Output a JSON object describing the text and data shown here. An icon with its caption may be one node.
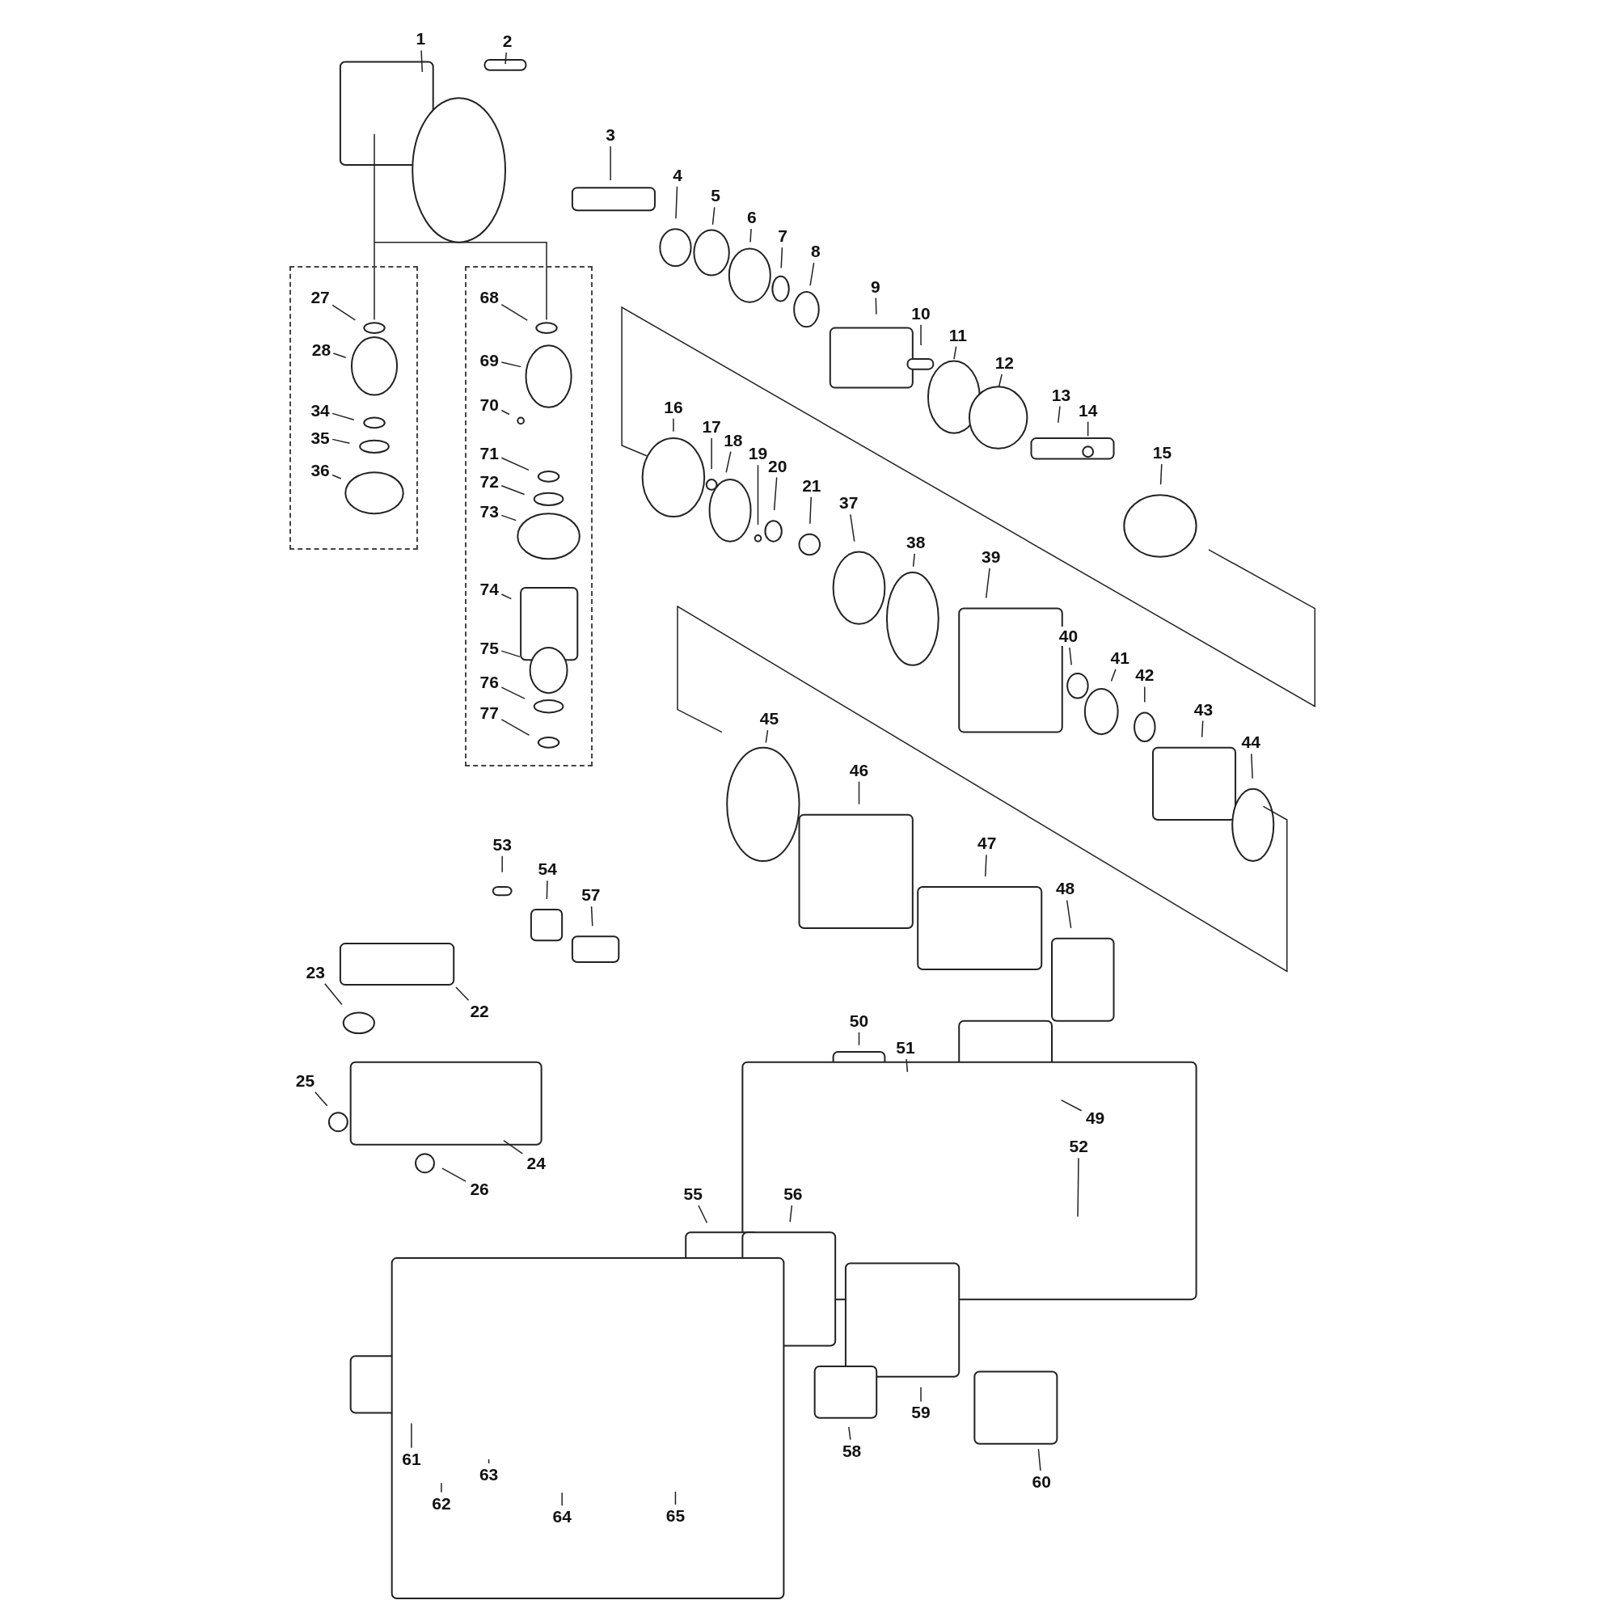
{
  "diagram": {
    "nodes": [
      {
        "text": [
          "1"
        ]
      },
      {
        "text": [
          "2"
        ]
      },
      {
        "text": [
          "3"
        ]
      },
      {
        "text": [
          "4"
        ]
      },
      {
        "text": [
          "5"
        ]
      },
      {
        "text": [
          "6"
        ]
      },
      {
        "text": [
          "7"
        ]
      },
      {
        "text": [
          "8"
        ]
      },
      {
        "text": [
          "9"
        ]
      },
      {
        "text": [
          "10"
        ]
      },
      {
        "text": [
          "11"
        ]
      },
      {
        "text": [
          "12"
        ]
      },
      {
        "text": [],
        "shape": "box"
      },
      {
        "text": [
          "27"
        ],
        "in": 12
      },
      {
        "text": [
          "28"
        ],
        "in": 12
      },
      {
        "text": [
          "34"
        ],
        "in": 12
      },
      {
        "text": [
          "35"
        ],
        "in": 12
      },
      {
        "text": [
          "36"
        ],
        "in": 12
      },
      {
        "text": [],
        "shape": "box"
      },
      {
        "text": [
          "68"
        ],
        "in": 18
      },
      {
        "text": [
          "69"
        ],
        "in": 18
      },
      {
        "text": [
          "70"
        ],
        "in": 18
      },
      {
        "text": [
          "71"
        ],
        "in": 18
      },
      {
        "text": [
          "72"
        ],
        "in": 18
      },
      {
        "text": [
          "73"
        ],
        "in": 18
      },
      {
        "text": [
          "74"
        ],
        "in": 18
      },
      {
        "text": [
          "75"
        ],
        "in": 18
      },
      {
        "text": [
          "76"
        ],
        "in": 18
      },
      {
        "text": [
          "77"
        ],
        "in": 18
      },
      {
        "text": [
          "13"
        ]
      },
      {
        "text": [
          "14"
        ]
      },
      {
        "text": [
          "15"
        ]
      },
      {
        "text": [
          "16"
        ]
      },
      {
        "text": [
          "17"
        ]
      },
      {
        "text": [
          "18"
        ]
      },
      {
        "text": [
          "19"
        ]
      },
      {
        "text": [
          "20"
        ]
      },
      {
        "text": [
          "21"
        ]
      },
      {
        "text": [
          "37"
        ]
      },
      {
        "text": [
          "38"
        ]
      },
      {
        "text": [
          "39"
        ]
      },
      {
        "text": [
          "40"
        ]
      },
      {
        "text": [
          "41"
        ]
      },
      {
        "text": [
          "42"
        ]
      },
      {
        "text": [
          "43"
        ]
      },
      {
        "text": [
          "44"
        ]
      },
      {
        "text": [
          "45"
        ]
      },
      {
        "text": [
          "46"
        ]
      },
      {
        "text": [
          "47"
        ]
      },
      {
        "text": [
          "48"
        ]
      },
      {
        "text": [
          "53"
        ]
      },
      {
        "text": [
          "54"
        ]
      },
      {
        "text": [
          "57"
        ]
      },
      {
        "text": [
          "22"
        ]
      },
      {
        "text": [
          "23"
        ]
      },
      {
        "text": [
          "49"
        ]
      },
      {
        "text": [
          "50"
        ]
      },
      {
        "text": [
          "51"
        ]
      },
      {
        "text": [
          "24"
        ]
      },
      {
        "text": [
          "25"
        ]
      },
      {
        "text": [
          "26"
        ]
      },
      {
        "text": [
          "52"
        ]
      },
      {
        "text": [
          "55"
        ]
      },
      {
        "text": [
          "56"
        ]
      },
      {
        "text": [
          "59"
        ]
      },
      {
        "text": [
          "58"
        ]
      },
      {
        "text": [
          "60"
        ]
      },
      {
        "text": [
          "61"
        ]
      },
      {
        "text": [
          "62"
        ]
      },
      {
        "text": [
          "63"
        ]
      },
      {
        "text": [
          "64"
        ]
      },
      {
        "text": [
          "65"
        ]
      }
    ],
    "edges": [
      {
        "from": 0,
        "to": null,
        "arrow": "none"
      },
      {
        "from": 1,
        "to": null,
        "arrow": "none"
      },
      {
        "from": 2,
        "to": null,
        "arrow": "none"
      },
      {
        "from": 3,
        "to": null,
        "arrow": "none"
      },
      {
        "from": 4,
        "to": null,
        "arrow": "none"
      },
      {
        "from": 5,
        "to": null,
        "arrow": "none"
      },
      {
        "from": 6,
        "to": null,
        "arrow": "none"
      },
      {
        "from": 7,
        "to": null,
        "arrow": "none"
      },
      {
        "from": 8,
        "to": null,
        "arrow": "none"
      },
      {
        "from": 9,
        "to": null,
        "arrow": "none"
      },
      {
        "from": 10,
        "to": null,
        "arrow": "none"
      },
      {
        "from": 11,
        "to": null,
        "arrow": "none"
      },
      {
        "from": 13,
        "to": null,
        "arrow": "none"
      },
      {
        "from": 14,
        "to": null,
        "arrow": "none"
      },
      {
        "from": 15,
        "to": null,
        "arrow": "none"
      },
      {
        "from": 16,
        "to": null,
        "arrow": "none"
      },
      {
        "from": 17,
        "to": null,
        "arrow": "none"
      },
      {
        "from": 19,
        "to": null,
        "arrow": "none"
      },
      {
        "from": 20,
        "to": null,
        "arrow": "none"
      },
      {
        "from": 21,
        "to": null,
        "arrow": "none"
      },
      {
        "from": 22,
        "to": null,
        "arrow": "none"
      },
      {
        "from": 23,
        "to": null,
        "arrow": "none"
      },
      {
        "from": 24,
        "to": null,
        "arrow": "none"
      },
      {
        "from": 25,
        "to": null,
        "arrow": "none"
      },
      {
        "from": 26,
        "to": null,
        "arrow": "none"
      },
      {
        "from": 27,
        "to": null,
        "arrow": "none"
      },
      {
        "from": 28,
        "to": null,
        "arrow": "none"
      },
      {
        "from": 29,
        "to": null,
        "arrow": "none"
      },
      {
        "from": 30,
        "to": null,
        "arrow": "none"
      },
      {
        "from": 31,
        "to": null,
        "arrow": "none"
      },
      {
        "from": 32,
        "to": null,
        "arrow": "none"
      },
      {
        "from": 33,
        "to": null,
        "arrow": "none"
      },
      {
        "from": 34,
        "to": null,
        "arrow": "none"
      },
      {
        "from": 35,
        "to": null,
        "arrow": "none"
      },
      {
        "from": 36,
        "to": null,
        "arrow": "none"
      },
      {
        "from": 37,
        "to": null,
        "arrow": "none"
      },
      {
        "from": 38,
        "to": null,
        "arrow": "none"
      },
      {
        "from": 39,
        "to": null,
        "arrow": "none"
      },
      {
        "from": 40,
        "to": null,
        "arrow": "none"
      },
      {
        "from": 41,
        "to": null,
        "arrow": "none"
      },
      {
        "from": 42,
        "to": null,
        "arrow": "none"
      },
      {
        "from": 43,
        "to": null,
        "arrow": "none"
      },
      {
        "from": 44,
        "to": null,
        "arrow": "none"
      },
      {
        "from": 45,
        "to": null,
        "arrow": "none"
      },
      {
        "from": 46,
        "to": null,
        "arrow": "none"
      },
      {
        "from": 47,
        "to": null,
        "arrow": "none"
      },
      {
        "from": 48,
        "to": null,
        "arrow": "none"
      },
      {
        "from": 49,
        "to": null,
        "arrow": "none"
      },
      {
        "from": 50,
        "to": null,
        "arrow": "none"
      },
      {
        "from": 51,
        "to": null,
        "arrow": "none"
      },
      {
        "from": 52,
        "to": null,
        "arrow": "none"
      },
      {
        "from": 53,
        "to": null,
        "arrow": "none"
      },
      {
        "from": 54,
        "to": null,
        "arrow": "none"
      },
      {
        "from": 55,
        "to": null,
        "arrow": "none"
      },
      {
        "from": 56,
        "to": null,
        "arrow": "none"
      },
      {
        "from": 57,
        "to": null,
        "arrow": "none"
      },
      {
        "from": 58,
        "to": null,
        "arrow": "none"
      },
      {
        "from": 59,
        "to": null,
        "arrow": "none"
      },
      {
        "from": 60,
        "to": null,
        "arrow": "none"
      },
      {
        "from": 61,
        "to": null,
        "arrow": "none"
      },
      {
        "from": 62,
        "to": null,
        "arrow": "none"
      },
      {
        "from": 63,
        "to": null,
        "arrow": "none"
      },
      {
        "from": 64,
        "to": null,
        "arrow": "none"
      },
      {
        "from": 65,
        "to": null,
        "arrow": "none"
      },
      {
        "from": 66,
        "to": null,
        "arrow": "none"
      },
      {
        "from": 67,
        "to": null,
        "arrow": "none"
      },
      {
        "from": 68,
        "to": null,
        "arrow": "none"
      },
      {
        "from": 69,
        "to": null,
        "arrow": "none"
      },
      {
        "from": 70,
        "to": null,
        "arrow": "none"
      },
      {
        "from": 71,
        "to": null,
        "arrow": "none"
      }
    ]
  }
}
